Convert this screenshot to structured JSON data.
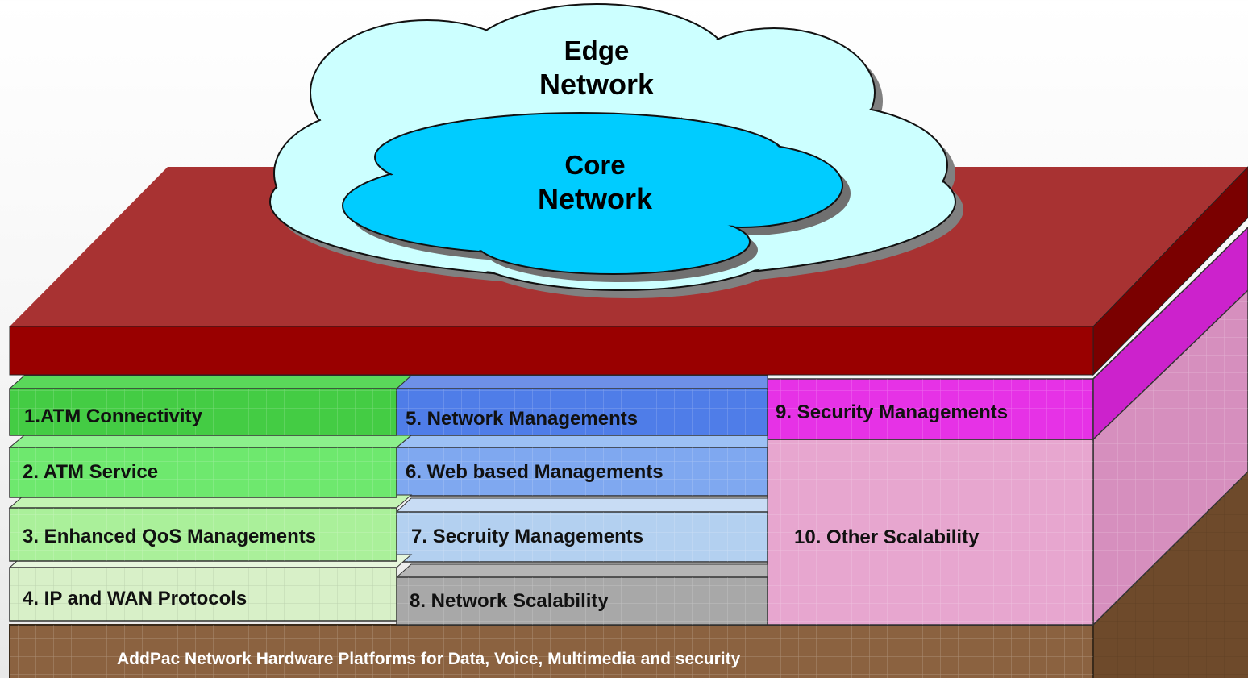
{
  "cloud": {
    "edge": {
      "line1": "Edge",
      "line2": "Network"
    },
    "core": {
      "line1": "Core",
      "line2": "Network"
    }
  },
  "modules": [
    {
      "label": "1.ATM Connectivity"
    },
    {
      "label": "2. ATM Service"
    },
    {
      "label": "3. Enhanced QoS Managements"
    },
    {
      "label": "4. IP and WAN Protocols"
    },
    {
      "label": "5. Network Managements"
    },
    {
      "label": "6. Web based Managements"
    },
    {
      "label": "7. Secruity Managements"
    },
    {
      "label": "8. Network Scalability"
    },
    {
      "label": "9. Security Managements"
    },
    {
      "label": "10. Other Scalability"
    }
  ],
  "platform": {
    "label": "AddPac Network Hardware Platforms for Data, Voice, Multimedia and security"
  },
  "colors": {
    "roof": "#a83232",
    "roof_front": "#990000",
    "green_dark": "#44cc44",
    "green": "#6ee86e",
    "blue": "#4f7de8",
    "magenta": "#e632e6",
    "pink": "#e7a6cf",
    "base": "#8b6240",
    "cloud_outer": "#ccffff",
    "cloud_inner": "#00ccff"
  }
}
